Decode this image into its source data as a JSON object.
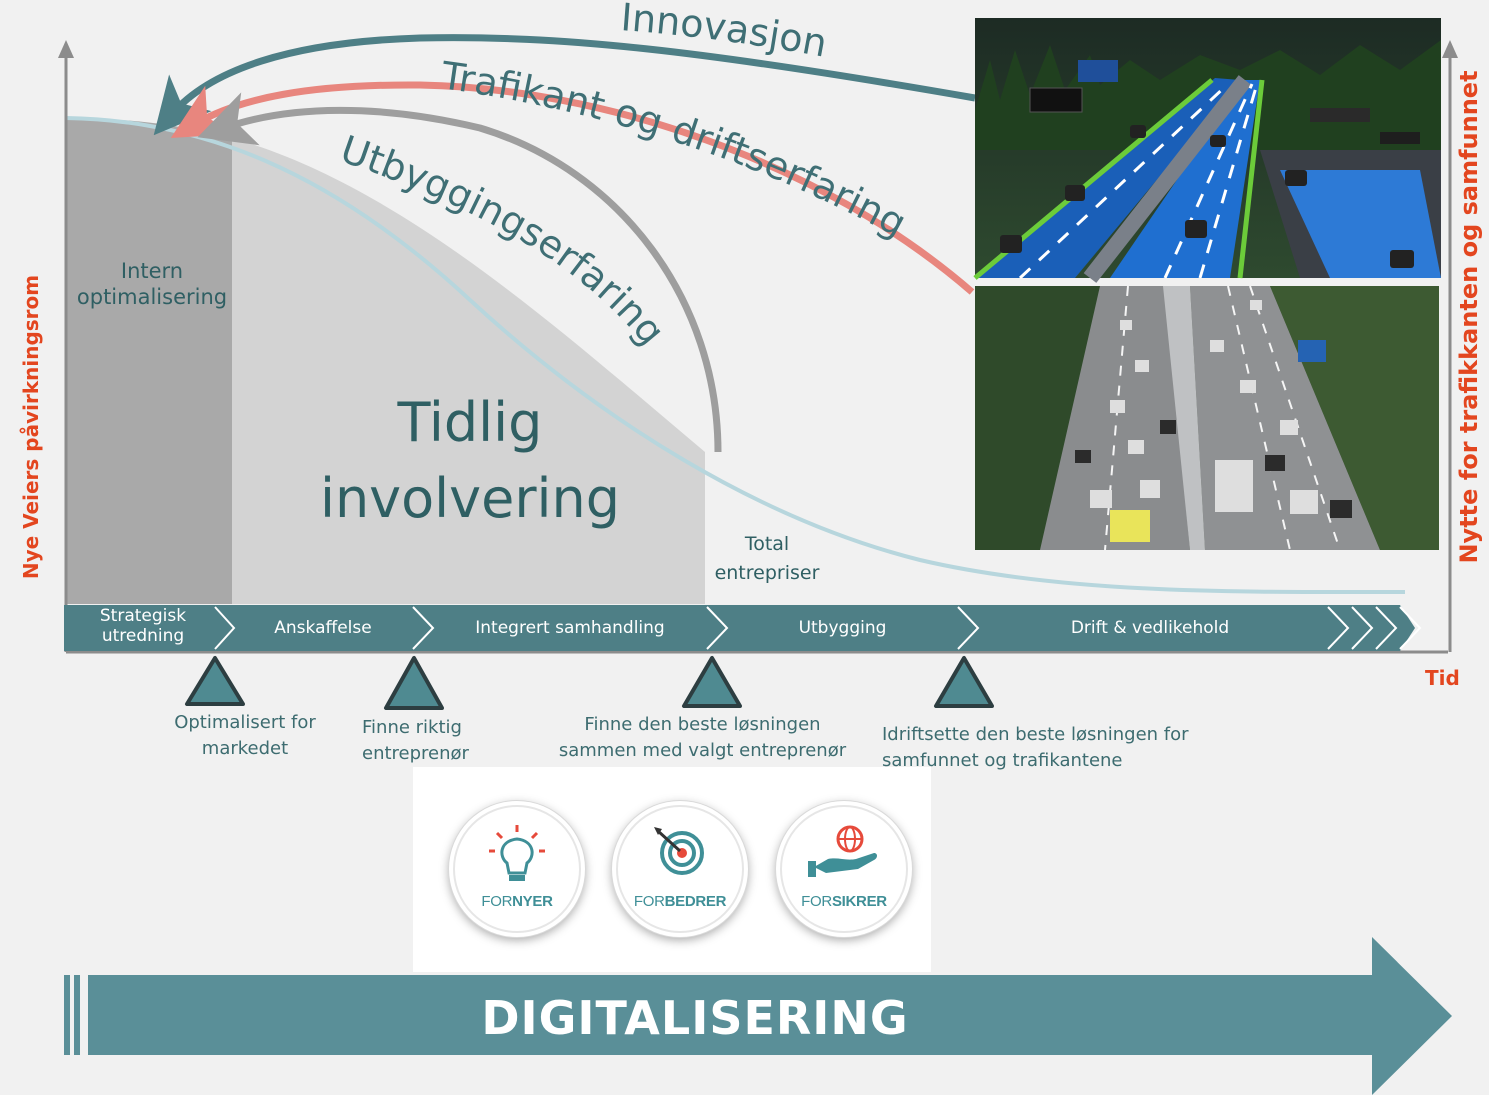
{
  "diagram": {
    "arrows": {
      "innovation": "Innovasjon",
      "traffic": "Trafikant og driftserfaring",
      "construction": "Utbyggingserfaring"
    },
    "areas": {
      "internal": "Intern optimalisering",
      "early": "Tidlig involvering",
      "total": "Total entrepriser"
    },
    "phases": [
      {
        "label": "Strategisk utredning"
      },
      {
        "label": "Anskaffelse"
      },
      {
        "label": "Integrert samhandling"
      },
      {
        "label": "Utbygging"
      },
      {
        "label": "Drift & vedlikehold"
      }
    ],
    "milestones": [
      {
        "label": "Optimalisert for markedet"
      },
      {
        "label": "Finne riktig entreprenør"
      },
      {
        "label": "Finne den beste løsningen sammen med valgt entreprenør"
      },
      {
        "label": "Idriftsette den beste løsningen for samfunnet og trafikantene"
      }
    ],
    "axes": {
      "y_left": "Nye Veiers påvirkningsrom",
      "y_right": "Nytte for trafikkanten og samfunnet",
      "x": "Tid"
    },
    "badges": [
      {
        "prefix": "FOR",
        "word": "NYER",
        "icon": "lightbulb-icon"
      },
      {
        "prefix": "FOR",
        "word": "BEDRER",
        "icon": "target-icon"
      },
      {
        "prefix": "FOR",
        "word": "SIKRER",
        "icon": "globe-hand-icon"
      }
    ],
    "banner": "DIGITALISERING",
    "colors": {
      "teal": "#4e7f86",
      "teal_dark": "#3f6f75",
      "salmon": "#e8867e",
      "grey_arrow": "#9e9e9e",
      "curve": "#b7d6dd",
      "axis_red": "#e3461f",
      "banner": "#5a8f98"
    }
  }
}
